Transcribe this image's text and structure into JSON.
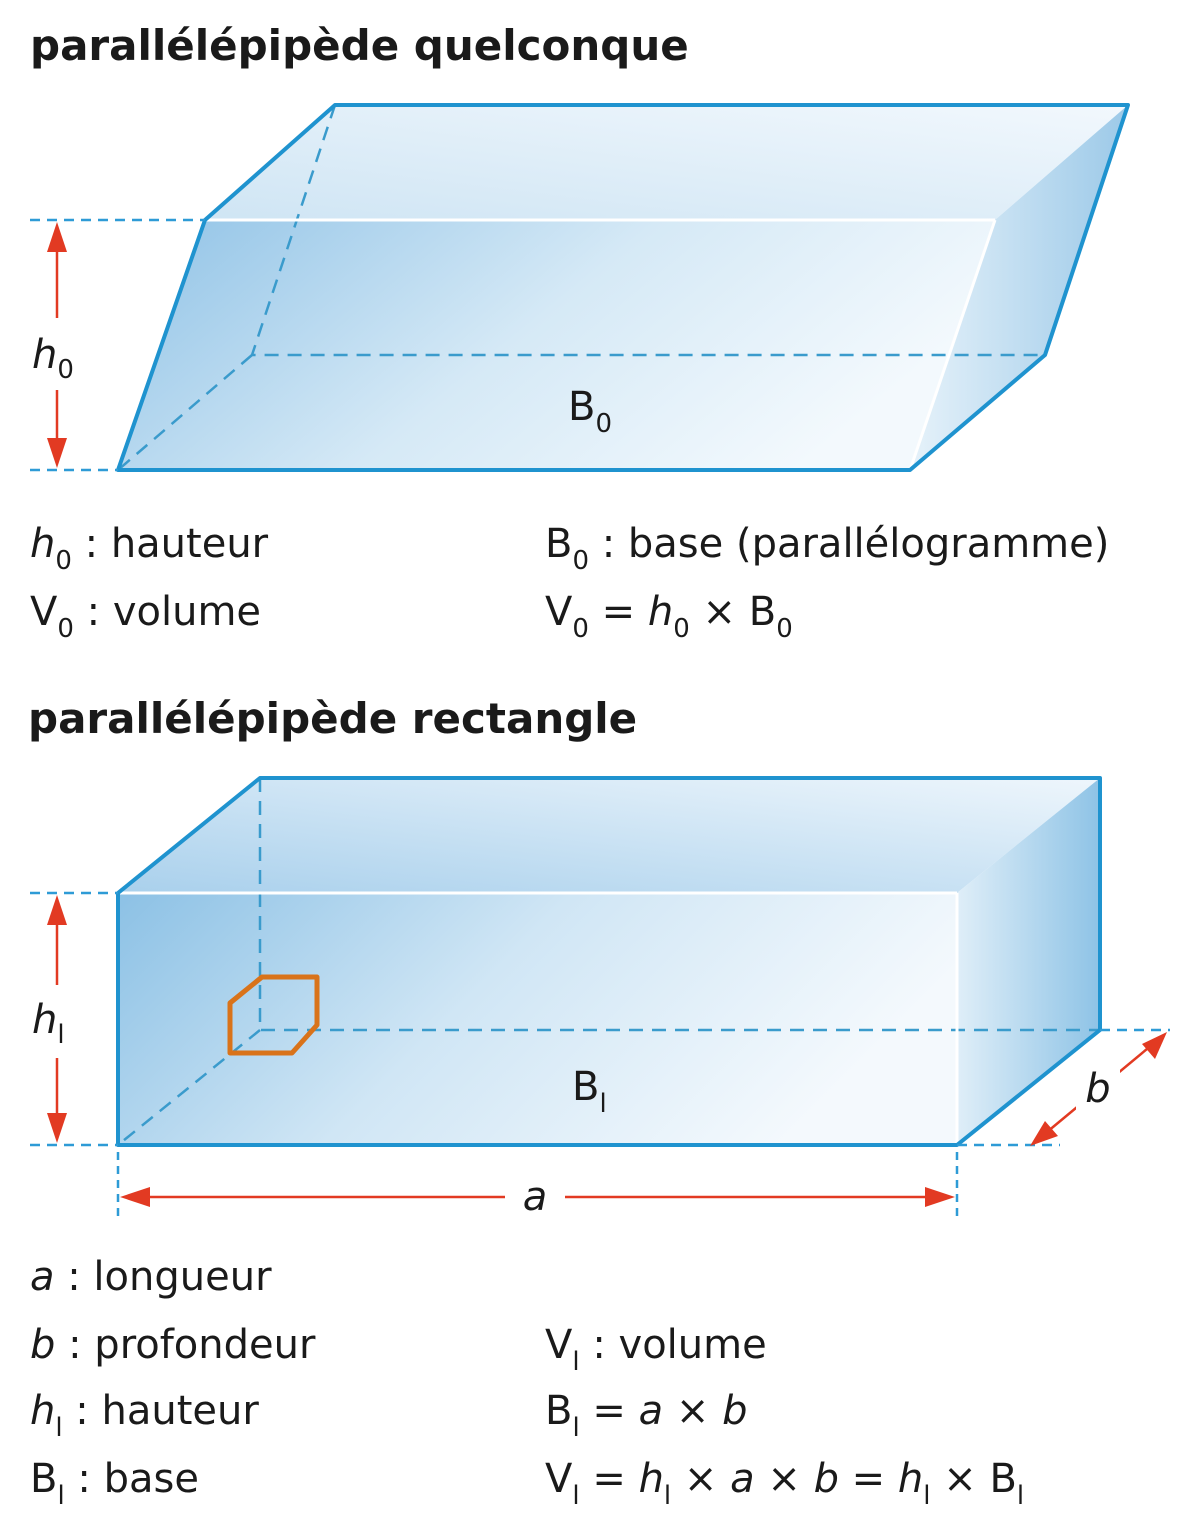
{
  "section1": {
    "title": "parallélépipède quelconque",
    "height_label": {
      "var": "h",
      "sub": "0"
    },
    "base_label": {
      "var": "B",
      "sub": "0"
    },
    "legend": {
      "h0": {
        "var": "h",
        "sub": "0",
        "text": " : hauteur"
      },
      "b0": {
        "var": "B",
        "sub": "0",
        "text": " : base (parallélogramme)"
      },
      "v0": {
        "var": "V",
        "sub": "0",
        "text": " : volume"
      },
      "formula": {
        "lhs": "V",
        "lhs_sub": "0",
        "eq": " = ",
        "h": "h",
        "h_sub": "0",
        "times": " × ",
        "b": "B",
        "b_sub": "0"
      }
    }
  },
  "section2": {
    "title": "parallélépipède rectangle",
    "height_label": {
      "var": "h",
      "sub": "l"
    },
    "base_label": {
      "var": "B",
      "sub": "l"
    },
    "length_label": "a",
    "depth_label": "b",
    "legend": {
      "a": {
        "var": "a",
        "text": " : longueur"
      },
      "b": {
        "var": "b",
        "text": " : profondeur"
      },
      "h1": {
        "var": "h",
        "sub": "l",
        "text": " : hauteur"
      },
      "b1": {
        "var": "B",
        "sub": "l",
        "text": " : base"
      },
      "v1": {
        "var": "V",
        "sub": "l",
        "text": " : volume"
      },
      "formula_base": {
        "lhs": "B",
        "lhs_sub": "l",
        "eq": " = ",
        "a": "a",
        "times": " × ",
        "b": "b"
      },
      "formula_volume": {
        "lhs": "V",
        "lhs_sub": "l",
        "eq": " = ",
        "h": "h",
        "h_sub": "l",
        "t1": " × ",
        "a": "a",
        "t2": " × ",
        "b": "b",
        "eq2": " = ",
        "h2": "h",
        "h2_sub": "l",
        "t3": " × ",
        "B": "B",
        "B_sub": "l"
      }
    }
  },
  "colors": {
    "edge": "#1f93cf",
    "dimension_arrow": "#e23a22",
    "highlight_hexagon": "#d9731a",
    "face_light": "#eaf4fb",
    "face_dark": "#8fc4e6"
  }
}
